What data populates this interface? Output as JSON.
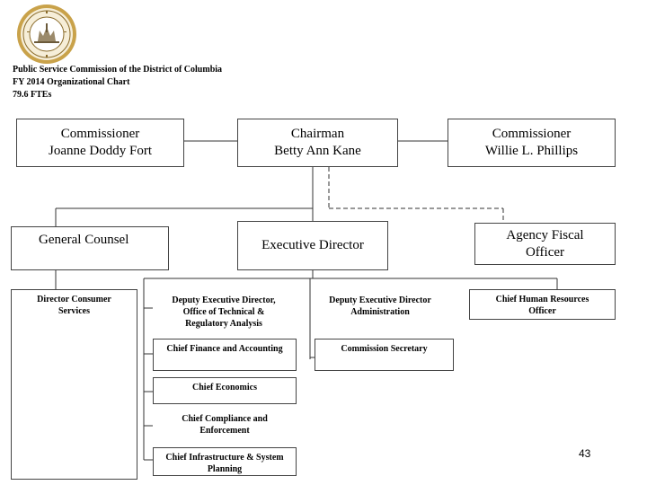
{
  "header": {
    "line1": "Public Service Commission of the District of Columbia",
    "line2": "FY 2014 Organizational Chart",
    "line3": "79.6 FTEs"
  },
  "boxes": {
    "commissioner_fort": "Commissioner\nJoanne Doddy Fort",
    "chairman": "Chairman\nBetty Ann Kane",
    "commissioner_phillips": "Commissioner\nWillie L. Phillips",
    "general_counsel": "General Counsel",
    "executive_director": "Executive Director",
    "agency_fiscal_officer": "Agency Fiscal\nOfficer",
    "director_consumer_services": "Director Consumer\nServices",
    "deputy_exec_technical": "Deputy Executive Director,\nOffice of Technical &\nRegulatory Analysis",
    "deputy_exec_admin": "Deputy Executive Director\nAdministration",
    "chief_hr_officer": "Chief Human Resources\nOfficer",
    "chief_finance_accounting": "Chief Finance and Accounting",
    "commission_secretary": "Commission Secretary",
    "chief_economics": "Chief Economics",
    "chief_compliance": "Chief Compliance and\nEnforcement",
    "chief_infrastructure": "Chief Infrastructure & System\nPlanning"
  },
  "page_number": "43",
  "colors": {
    "seal_gold": "#c9a24a",
    "line": "#333333"
  }
}
